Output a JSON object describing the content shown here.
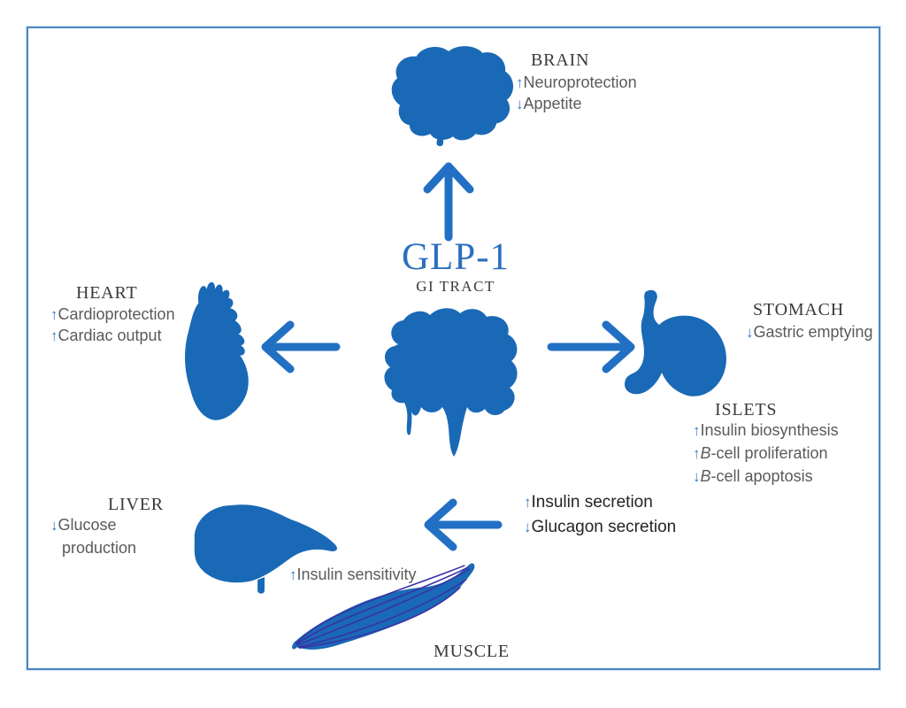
{
  "colors": {
    "organ_blue": "#1a69b6",
    "flow_arrow_blue": "#2270c4",
    "title_blue": "#2b6fbe",
    "heading_dark": "#3a3a3a",
    "effect_text_gray": "#5a5a5a",
    "secretion_text_dark": "#242424",
    "text_arrow_blue": "#2e79c6",
    "muscle_fiber_indigo": "#3a31a5",
    "border_blue": "#4c86c4"
  },
  "center": {
    "hormone": "GLP-1",
    "source": "GI TRACT"
  },
  "brain": {
    "heading": "BRAIN",
    "effects": [
      {
        "arrow": "↑",
        "text": "Neuroprotection"
      },
      {
        "arrow": "↓",
        "text": "Appetite"
      }
    ]
  },
  "heart": {
    "heading": "HEART",
    "effects": [
      {
        "arrow": "↑",
        "text": "Cardioprotection"
      },
      {
        "arrow": "↑",
        "text": "Cardiac output"
      }
    ]
  },
  "stomach": {
    "heading": "STOMACH",
    "effects": [
      {
        "arrow": "↓",
        "text": "Gastric emptying"
      }
    ]
  },
  "islets": {
    "heading": "ISLETS",
    "effects": [
      {
        "arrow": "↑",
        "italic": "",
        "text": "Insulin biosynthesis"
      },
      {
        "arrow": "↑",
        "italic": "B",
        "text": "-cell proliferation"
      },
      {
        "arrow": "↓",
        "italic": "B",
        "text": "-cell apoptosis"
      }
    ]
  },
  "liver": {
    "heading": "LIVER",
    "effects": [
      {
        "arrow": "↓",
        "text": "Glucose production"
      }
    ]
  },
  "pancreas": {
    "effects": [
      {
        "arrow": "↑",
        "text": "Insulin secretion"
      },
      {
        "arrow": "↓",
        "text": "Glucagon secretion"
      }
    ]
  },
  "muscle": {
    "heading": "MUSCLE",
    "effects": [
      {
        "arrow": "↑",
        "text": "Insulin sensitivity"
      }
    ]
  }
}
